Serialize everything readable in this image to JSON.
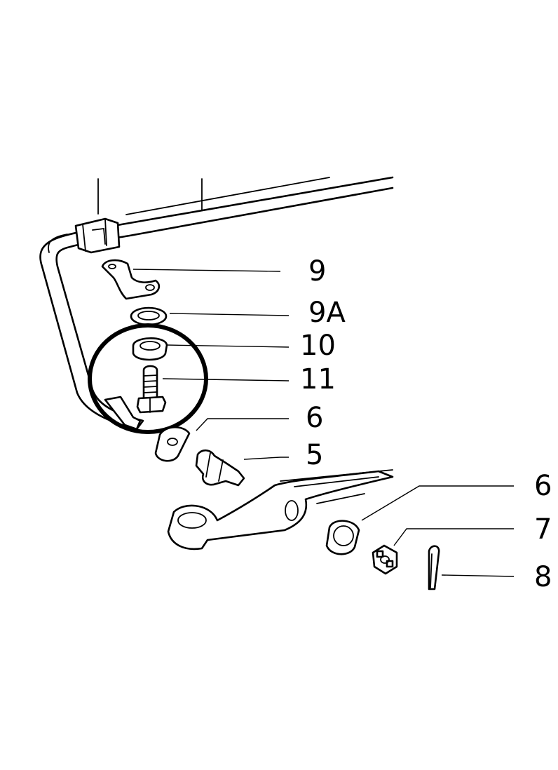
{
  "diagram": {
    "callouts": [
      {
        "id": "c9",
        "label": "9"
      },
      {
        "id": "c9a",
        "label": "9A"
      },
      {
        "id": "c10",
        "label": "10"
      },
      {
        "id": "c11",
        "label": "11"
      },
      {
        "id": "c6a",
        "label": "6"
      },
      {
        "id": "c5",
        "label": "5"
      },
      {
        "id": "c6b",
        "label": "6"
      },
      {
        "id": "c7",
        "label": "7"
      },
      {
        "id": "c8",
        "label": "8"
      }
    ],
    "colors": {
      "line": "#000000",
      "background": "#ffffff",
      "highlight_circle": "#000000"
    }
  }
}
